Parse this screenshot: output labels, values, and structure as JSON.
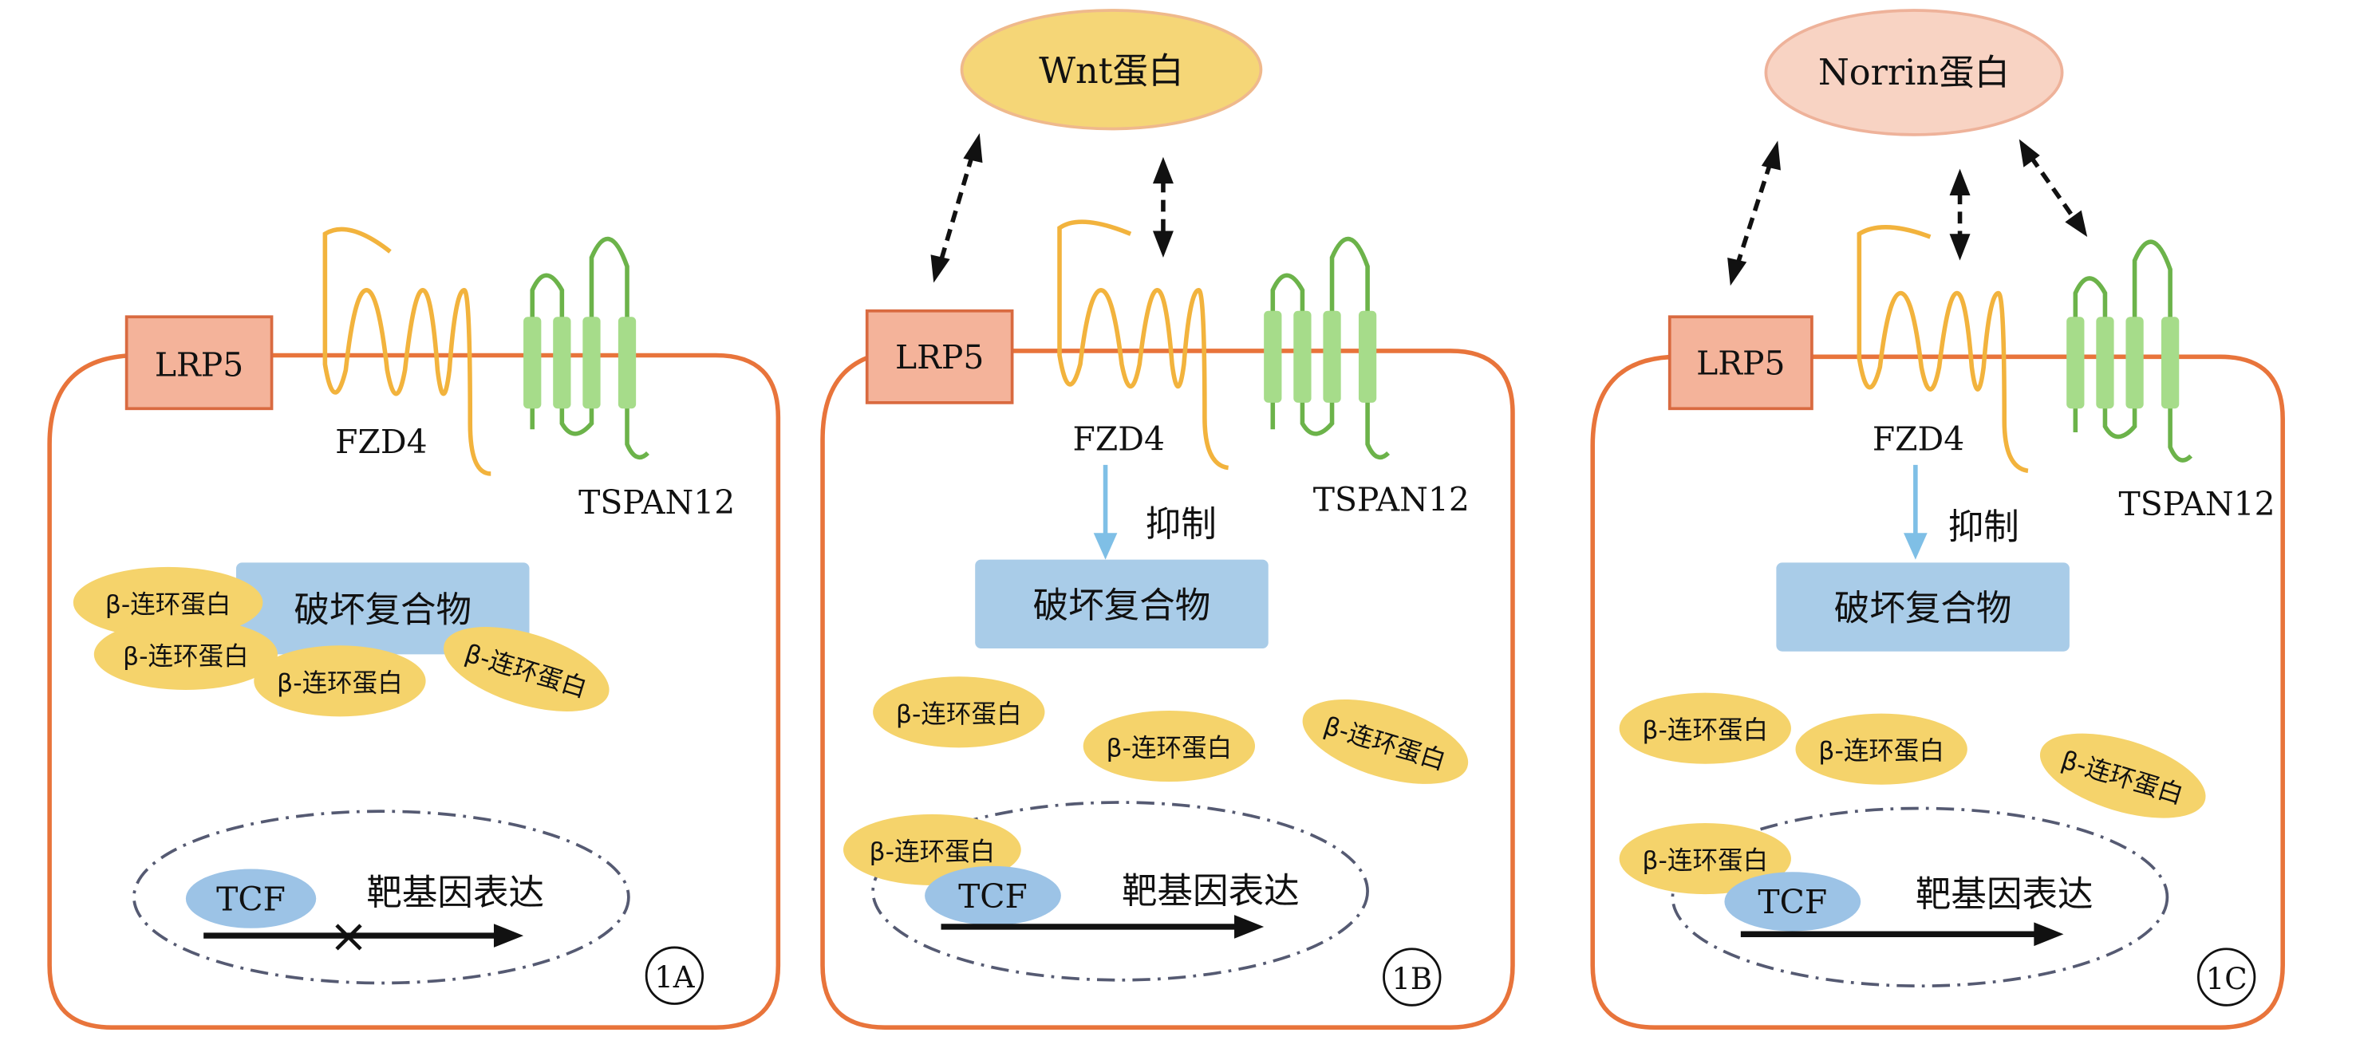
{
  "colors": {
    "membrane": "#e8743b",
    "lrp5_fill": "#f4b39a",
    "lrp5_stroke": "#d96a40",
    "fzd4": "#f2b33d",
    "tspan12_line": "#6cb34a",
    "tspan12_fill": "#a6dc8a",
    "complex": "#a9cce8",
    "catenin": "#f5d36b",
    "tcf": "#9cc3e6",
    "nucleus": "#555a72",
    "wnt_fill": "#f5d677",
    "wnt_stroke": "#efb98c",
    "norrin_fill": "#f8d3c3",
    "norrin_stroke": "#eeb29a",
    "inhibit_arrow": "#7fbfe6",
    "arrow": "#111111"
  },
  "labels": {
    "lrp5": "LRP5",
    "fzd4": "FZD4",
    "tspan12": "TSPAN12",
    "complex": "破坏复合物",
    "catenin": "β-连环蛋白",
    "tcf": "TCF",
    "target": "靶基因表达",
    "inhibit": "抑制",
    "block_mark": "×"
  },
  "ligands": {
    "wnt": "Wnt蛋白",
    "norrin": "Norrin蛋白"
  },
  "panels": [
    {
      "id": "1A",
      "label": "1A"
    },
    {
      "id": "1B",
      "label": "1B"
    },
    {
      "id": "1C",
      "label": "1C"
    }
  ]
}
